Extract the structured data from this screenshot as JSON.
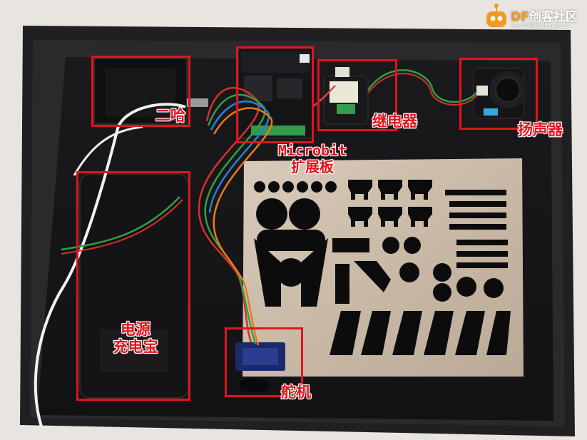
{
  "annotations": {
    "buzzer": "二哈",
    "microbit_line1": "Microbit",
    "microbit_line2": "扩展板",
    "relay": "继电器",
    "speaker": "扬声器",
    "battery_line1": "电源",
    "battery_line2": "充电宝",
    "servo": "舵机"
  },
  "watermark": {
    "brand": "DF",
    "name": "创客社区",
    "url": "mc.DFRobot.com.cn"
  },
  "colors": {
    "annotation": "#e0141e",
    "box_black": "#1c1c1e",
    "metal_plate": "#cdbfae",
    "brand_orange": "#f39a1e"
  }
}
